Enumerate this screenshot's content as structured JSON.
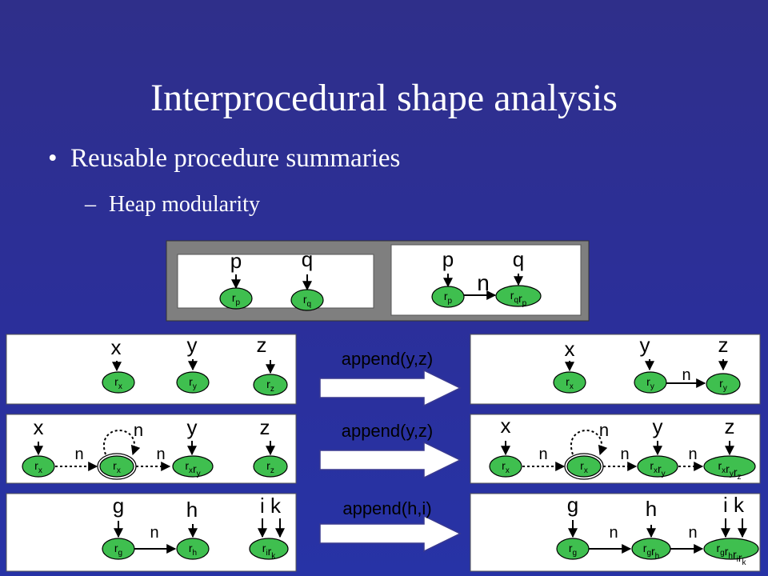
{
  "slide": {
    "title": "Interprocedural shape analysis",
    "bullet": "Reusable procedure summaries",
    "sub_bullet": "Heap modularity",
    "bullet_marker": "•",
    "sub_marker": "–"
  },
  "summary": {
    "left": {
      "vars": [
        "p",
        "q"
      ],
      "nodes": [
        "rp",
        "rq"
      ]
    },
    "right": {
      "vars": [
        "p",
        "q"
      ],
      "edge": "n",
      "nodes": [
        "rp",
        "rq rp"
      ]
    }
  },
  "rows": [
    {
      "call": "append(y,z)",
      "before": {
        "vars": [
          "x",
          "y",
          "z"
        ],
        "edges": [],
        "nodes": [
          "rx",
          "ry",
          "rz"
        ]
      },
      "after": {
        "vars": [
          "x",
          "y",
          "z"
        ],
        "edges": [
          "n"
        ],
        "nodes": [
          "rx",
          "ry",
          "ry"
        ]
      }
    },
    {
      "call": "append(y,z)",
      "before": {
        "vars": [
          "x",
          "y",
          "z"
        ],
        "edges": [
          "n",
          "n",
          "n"
        ],
        "nodes": [
          "rx",
          "rx",
          "rx ry",
          "rz"
        ]
      },
      "after": {
        "vars": [
          "x",
          "y",
          "z"
        ],
        "edges": [
          "n",
          "n",
          "n",
          "n"
        ],
        "nodes": [
          "rx",
          "rx",
          "rx ry",
          "rx ry rz"
        ]
      }
    },
    {
      "call": "append(h,i)",
      "before": {
        "vars": [
          "g",
          "h",
          "i k"
        ],
        "edges": [
          "n"
        ],
        "nodes": [
          "rg",
          "rh",
          "ri rk"
        ]
      },
      "after": {
        "vars": [
          "g",
          "h",
          "i k"
        ],
        "edges": [
          "n",
          "n"
        ],
        "nodes": [
          "rg",
          "rg rh",
          "rg rh ri rk"
        ]
      }
    }
  ]
}
